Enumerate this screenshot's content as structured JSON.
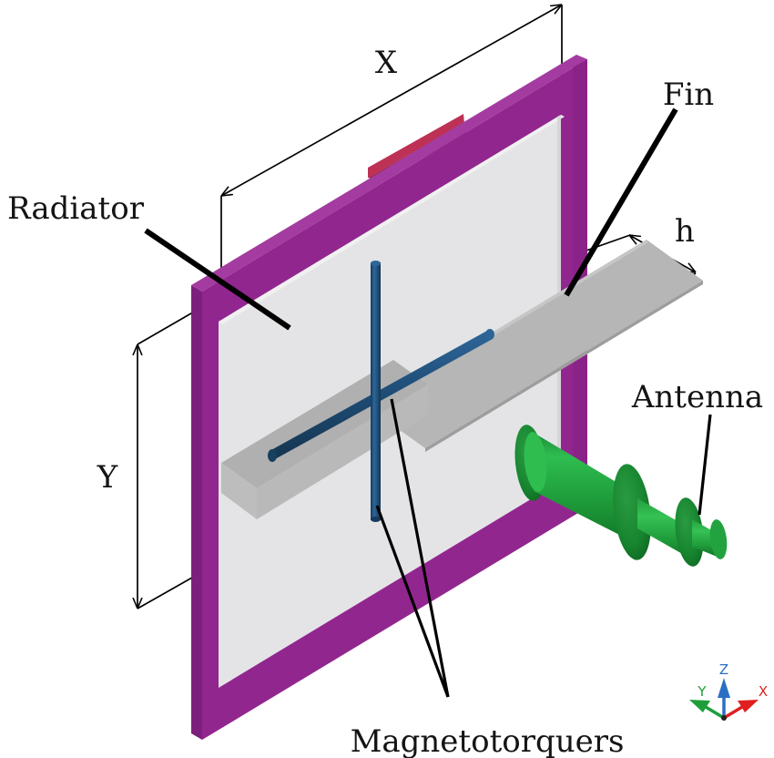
{
  "figure": {
    "title": "Satellite panel isometric diagram",
    "background_color": "#ffffff"
  },
  "labels": {
    "radiator": "Radiator",
    "fin": "Fin",
    "antenna": "Antenna",
    "magnetotorquers": "Magnetotorquers"
  },
  "dimensions": {
    "x": "X",
    "y": "Y",
    "h": "h"
  },
  "axes": {
    "z": "Z",
    "y": "Y",
    "x": "X",
    "z_color": "#2a6fc4",
    "y_color": "#1e9e3a",
    "x_color": "#e02020"
  },
  "colors": {
    "panel_purple": "#92268f",
    "panel_purple_light": "#a33ba0",
    "panel_purple_dark": "#7d1f7c",
    "radiator_gray": "#e4e4e6",
    "fin_gray": "#b4b4b4",
    "fin_gray_dark": "#a0a0a0",
    "rod_blue": "#1f4e79",
    "rod_blue_light": "#2c6596",
    "antenna_green": "#22a33f",
    "antenna_green_dark": "#11742a",
    "red_strip": "#a3264a",
    "outline_black": "#000000"
  },
  "parts": {
    "panel": "structural purple panel",
    "radiator_plate": "light gray radiator surface",
    "fin_plate": "gray horizontal fin",
    "magnetotorquer_rod_vertical": "vertical blue rod",
    "magnetotorquer_rod_diagonal": "diagonal blue rod",
    "antenna_horn": "green antenna horn assembly",
    "red_strip": "dark red strip at top edge"
  }
}
